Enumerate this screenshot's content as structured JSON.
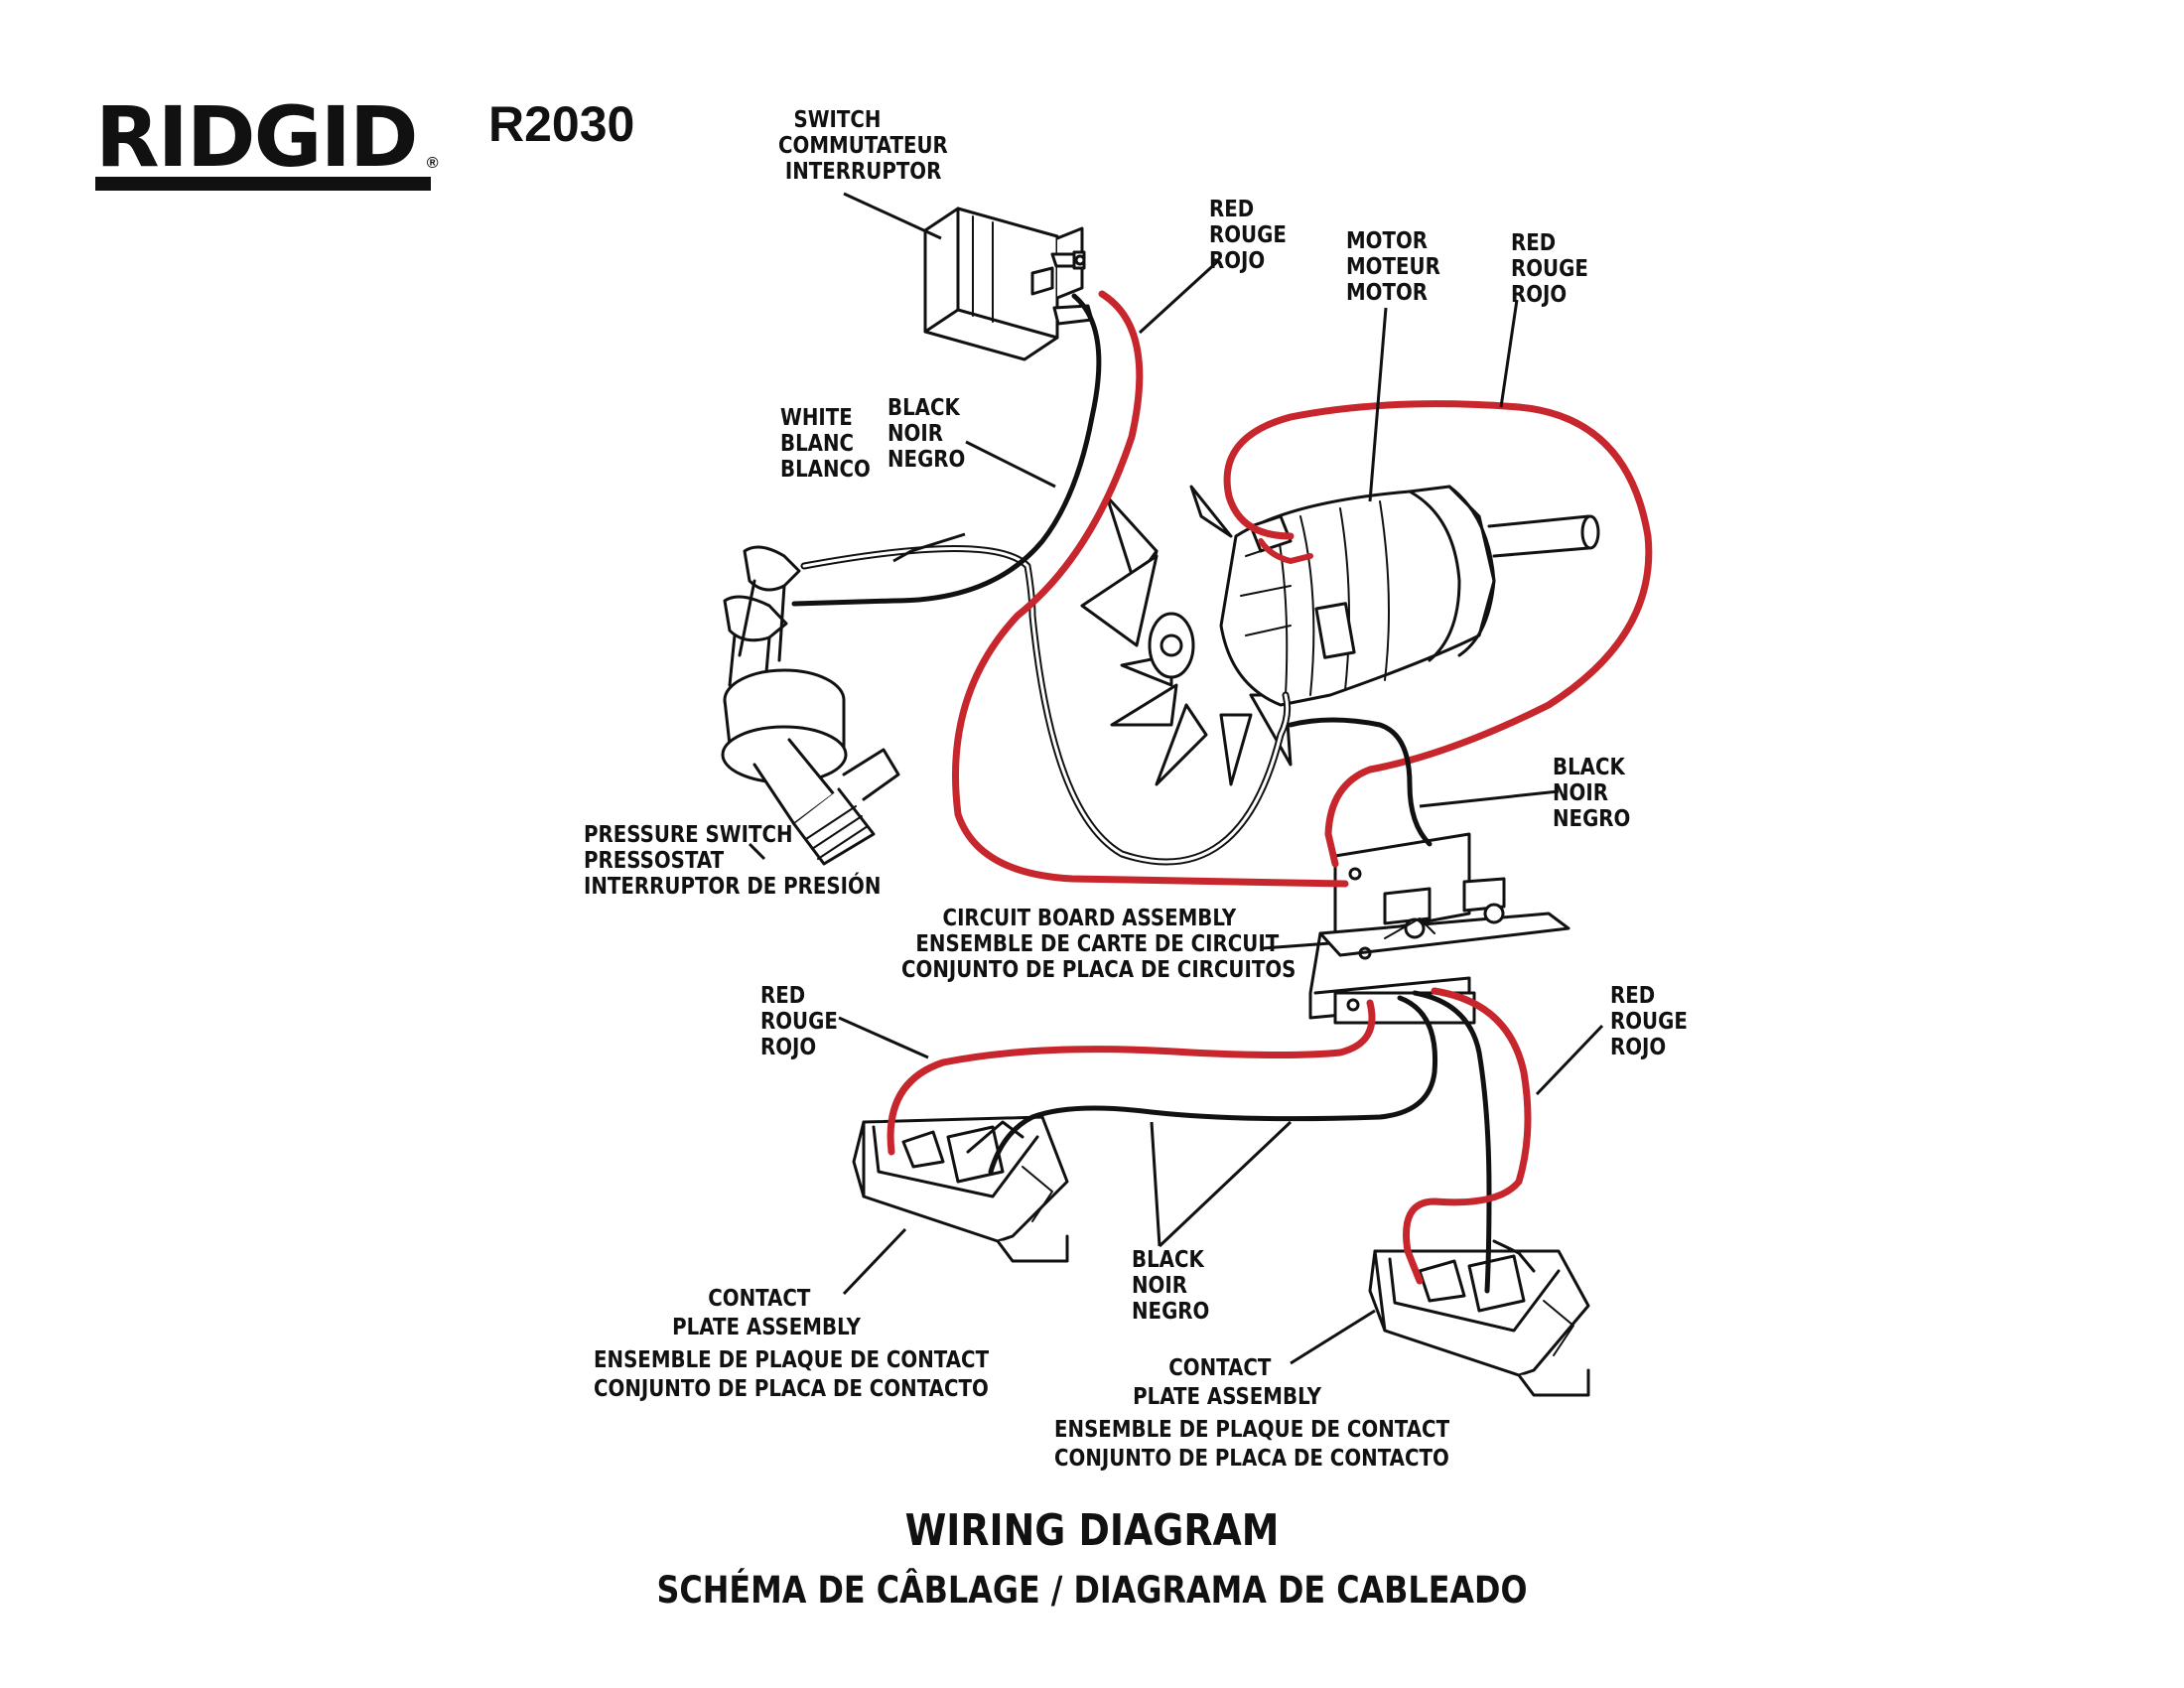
{
  "brand": {
    "name": "RIDGID",
    "reg": "®"
  },
  "model": "R2030",
  "labels": {
    "switch": [
      "SWITCH",
      "COMMUTATEUR",
      "INTERRUPTOR"
    ],
    "red_switch": [
      "RED",
      "ROUGE",
      "ROJO"
    ],
    "motor": [
      "MOTOR",
      "MOTEUR",
      "MOTOR"
    ],
    "red_motor": [
      "RED",
      "ROUGE",
      "ROJO"
    ],
    "white": [
      "WHITE",
      "BLANC",
      "BLANCO"
    ],
    "black_switch": [
      "BLACK",
      "NOIR",
      "NEGRO"
    ],
    "black_motor": [
      "BLACK",
      "NOIR",
      "NEGRO"
    ],
    "pressure_switch": [
      "PRESSURE SWITCH",
      "PRESSOSTAT",
      "INTERRUPTOR DE PRESIÓN"
    ],
    "circuit_board": [
      "CIRCUIT BOARD ASSEMBLY",
      "ENSEMBLE DE CARTE DE CIRCUIT",
      "CONJUNTO DE PLACA DE CIRCUITOS"
    ],
    "red_left_plate": [
      "RED",
      "ROUGE",
      "ROJO"
    ],
    "red_right_plate": [
      "RED",
      "ROUGE",
      "ROJO"
    ],
    "black_plates": [
      "BLACK",
      "NOIR",
      "NEGRO"
    ],
    "contact_left": [
      "CONTACT",
      "PLATE ASSEMBLY",
      "ENSEMBLE DE PLAQUE DE CONTACT",
      "CONJUNTO DE PLACA DE CONTACTO"
    ],
    "contact_right": [
      "CONTACT",
      "PLATE ASSEMBLY",
      "ENSEMBLE DE PLAQUE DE CONTACT",
      "CONJUNTO DE PLACA DE CONTACTO"
    ]
  },
  "title": "WIRING DIAGRAM",
  "subtitle": "SCHÉMA DE CÂBLAGE / DIAGRAMA DE CABLEADO",
  "colors": {
    "red_wire": "#c8262d",
    "black_wire": "#111111",
    "white_wire": "#ffffff"
  }
}
